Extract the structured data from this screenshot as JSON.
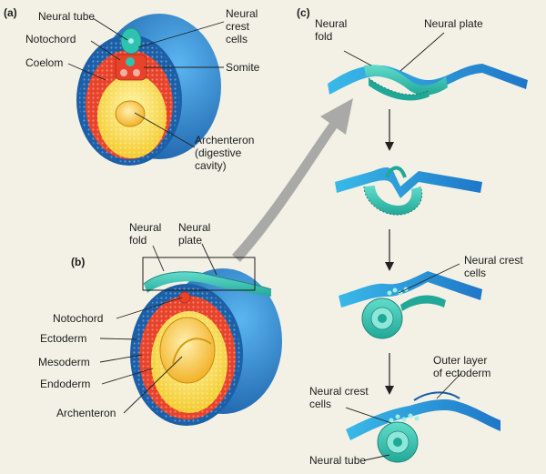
{
  "panels": {
    "a": "(a)",
    "b": "(b)",
    "c": "(c)"
  },
  "labels": {
    "a_neural_tube": "Neural tube",
    "a_notochord": "Notochord",
    "a_coelom": "Coelom",
    "a_neural_crest": [
      "Neural",
      "crest",
      "cells"
    ],
    "a_somite": "Somite",
    "a_archenteron": [
      "Archenteron",
      "(digestive",
      "cavity)"
    ],
    "b_neural_fold": [
      "Neural",
      "fold"
    ],
    "b_neural_plate": [
      "Neural",
      "plate"
    ],
    "b_notochord": "Notochord",
    "b_ectoderm": "Ectoderm",
    "b_mesoderm": "Mesoderm",
    "b_endoderm": "Endoderm",
    "b_archenteron": "Archenteron",
    "c_neural_fold": [
      "Neural",
      "fold"
    ],
    "c_neural_plate": "Neural plate",
    "c_neural_crest_1": [
      "Neural crest",
      "cells"
    ],
    "c_outer_layer": [
      "Outer layer",
      "of ectoderm"
    ],
    "c_neural_crest_2": [
      "Neural crest",
      "cells"
    ],
    "c_neural_tube": "Neural tube"
  },
  "colors": {
    "ectoderm": "#2c8fd6",
    "ectoderm_dark": "#1b5fa8",
    "neural": "#2fc2b0",
    "mesoderm": "#e8432a",
    "endoderm": "#f6dc2e",
    "arrow": "#a9aaa8"
  }
}
